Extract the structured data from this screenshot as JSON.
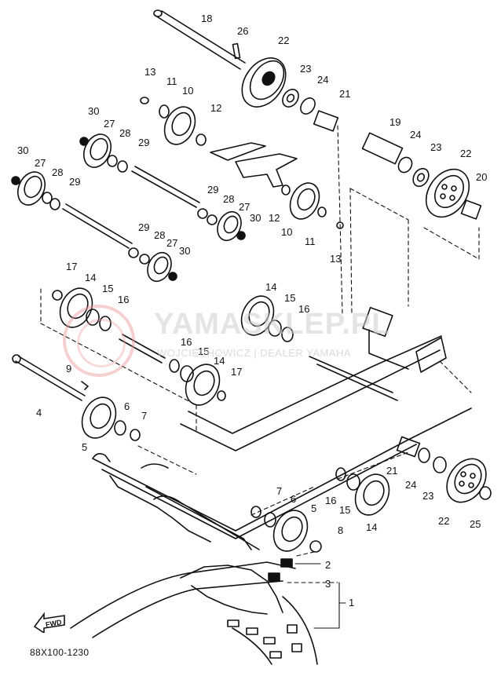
{
  "diagram": {
    "reference_code": "88X100-1230",
    "forward_marker": "FWD",
    "watermark": {
      "title": "YAMASKLEP.PL",
      "subtitle": "WOJCIECHOWICZ | DEALER YAMAHA"
    },
    "part_labels": [
      {
        "id": "p18",
        "text": "18"
      },
      {
        "id": "p26",
        "text": "26"
      },
      {
        "id": "p22a",
        "text": "22"
      },
      {
        "id": "p13a",
        "text": "13"
      },
      {
        "id": "p11a",
        "text": "11"
      },
      {
        "id": "p10a",
        "text": "10"
      },
      {
        "id": "p23a",
        "text": "23"
      },
      {
        "id": "p24a",
        "text": "24"
      },
      {
        "id": "p21a",
        "text": "21"
      },
      {
        "id": "p12a",
        "text": "12"
      },
      {
        "id": "p30a",
        "text": "30"
      },
      {
        "id": "p27a",
        "text": "27"
      },
      {
        "id": "p28a",
        "text": "28"
      },
      {
        "id": "p29a",
        "text": "29"
      },
      {
        "id": "p19",
        "text": "19"
      },
      {
        "id": "p24b",
        "text": "24"
      },
      {
        "id": "p23b",
        "text": "23"
      },
      {
        "id": "p22b",
        "text": "22"
      },
      {
        "id": "p20",
        "text": "20"
      },
      {
        "id": "p30b",
        "text": "30"
      },
      {
        "id": "p27b",
        "text": "27"
      },
      {
        "id": "p28b",
        "text": "28"
      },
      {
        "id": "p29b",
        "text": "29"
      },
      {
        "id": "p29c",
        "text": "29"
      },
      {
        "id": "p28c",
        "text": "28"
      },
      {
        "id": "p27c",
        "text": "27"
      },
      {
        "id": "p30c",
        "text": "30"
      },
      {
        "id": "p12b",
        "text": "12"
      },
      {
        "id": "p10b",
        "text": "10"
      },
      {
        "id": "p11b",
        "text": "11"
      },
      {
        "id": "p13b",
        "text": "13"
      },
      {
        "id": "p29d",
        "text": "29"
      },
      {
        "id": "p28d",
        "text": "28"
      },
      {
        "id": "p27d",
        "text": "27"
      },
      {
        "id": "p30d",
        "text": "30"
      },
      {
        "id": "p17a",
        "text": "17"
      },
      {
        "id": "p14a",
        "text": "14"
      },
      {
        "id": "p15a",
        "text": "15"
      },
      {
        "id": "p16a",
        "text": "16"
      },
      {
        "id": "p14b",
        "text": "14"
      },
      {
        "id": "p15b",
        "text": "15"
      },
      {
        "id": "p16b",
        "text": "16"
      },
      {
        "id": "p16c",
        "text": "16"
      },
      {
        "id": "p15c",
        "text": "15"
      },
      {
        "id": "p14c",
        "text": "14"
      },
      {
        "id": "p17b",
        "text": "17"
      },
      {
        "id": "p9",
        "text": "9"
      },
      {
        "id": "p4",
        "text": "4"
      },
      {
        "id": "p6a",
        "text": "6"
      },
      {
        "id": "p7a",
        "text": "7"
      },
      {
        "id": "p5a",
        "text": "5"
      },
      {
        "id": "p21b",
        "text": "21"
      },
      {
        "id": "p24c",
        "text": "24"
      },
      {
        "id": "p23c",
        "text": "23"
      },
      {
        "id": "p22c",
        "text": "22"
      },
      {
        "id": "p25",
        "text": "25"
      },
      {
        "id": "p16d",
        "text": "16"
      },
      {
        "id": "p15d",
        "text": "15"
      },
      {
        "id": "p14d",
        "text": "14"
      },
      {
        "id": "p7b",
        "text": "7"
      },
      {
        "id": "p6b",
        "text": "6"
      },
      {
        "id": "p5b",
        "text": "5"
      },
      {
        "id": "p8",
        "text": "8"
      },
      {
        "id": "p2",
        "text": "2"
      },
      {
        "id": "p3",
        "text": "3"
      },
      {
        "id": "p1",
        "text": "1"
      }
    ]
  }
}
